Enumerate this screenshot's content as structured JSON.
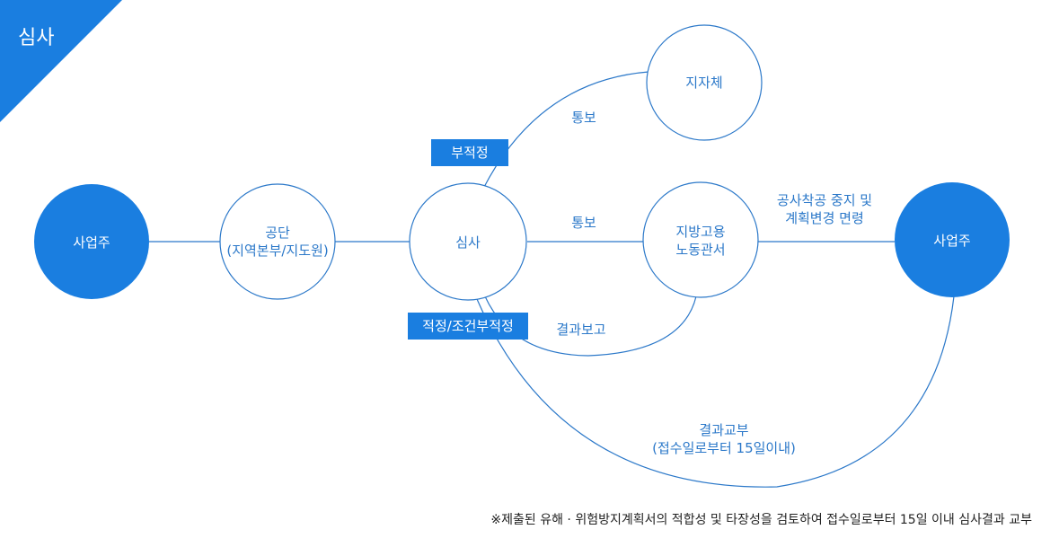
{
  "header": {
    "title": "심사"
  },
  "nodes": {
    "applicant_left": {
      "label": "사업주"
    },
    "agency": {
      "line1": "공단",
      "line2": "(지역본부/지도원)"
    },
    "review": {
      "label": "심사"
    },
    "local_gov": {
      "label": "지자체"
    },
    "labor_office": {
      "line1": "지방고용",
      "line2": "노동관서"
    },
    "applicant_right": {
      "label": "사업주"
    }
  },
  "edges": {
    "notify_top": "통보",
    "notify_middle": "통보",
    "order": {
      "line1": "공사착공 중지 및",
      "line2": "계획변경 면령"
    },
    "result_report": "결과보고",
    "result_delivery": {
      "line1": "결과교부",
      "line2": "(접수일로부터 15일이내)"
    }
  },
  "tags": {
    "unsuitable": "부적정",
    "suitable": "적정/조건부적정"
  },
  "footnote": "※제출된 유해 · 위험방지계획서의 적합성 및 타장성을 검토하여 접수일로부터 15일 이내 심사결과 교부",
  "colors": {
    "accent": "#1a7ee0",
    "stroke": "#2b78c9"
  }
}
